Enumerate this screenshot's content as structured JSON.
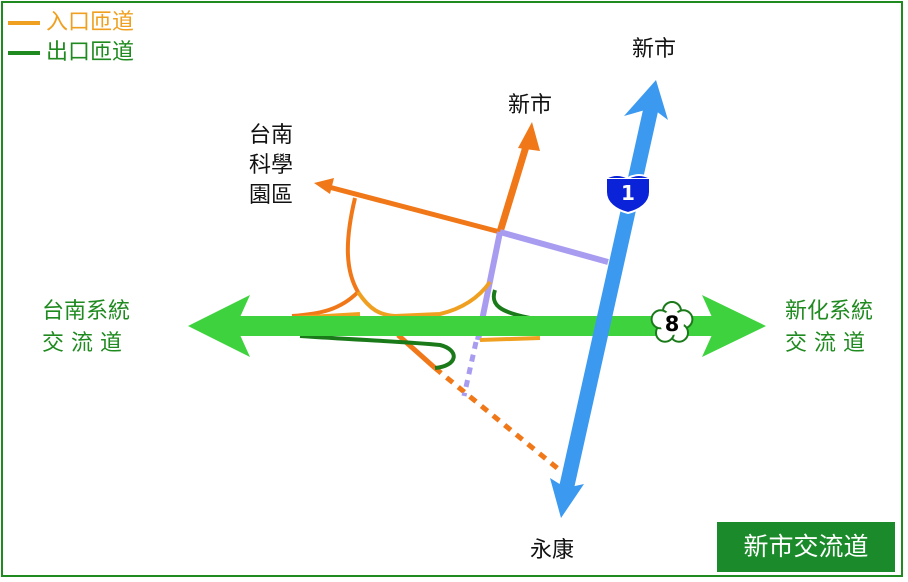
{
  "legend": {
    "entry_ramp": {
      "label": "入口匝道",
      "color": "#f0a020"
    },
    "exit_ramp": {
      "label": "出口匝道",
      "color": "#1f8a1f"
    }
  },
  "labels": {
    "xinshi_top": "新市",
    "xinshi_middle": "新市",
    "tainan_science_park_line1": "台南",
    "tainan_science_park_line2": "科學",
    "tainan_science_park_line3": "園區",
    "tainan_system_line1": "台南系統",
    "tainan_system_line2": "交 流 道",
    "xinhua_system_line1": "新化系統",
    "xinhua_system_line2": "交 流 道",
    "yongkang": "永康"
  },
  "shields": {
    "freeway_1": "1",
    "provincial_8": "8"
  },
  "title": "新市交流道",
  "colors": {
    "highway_8": "#3ed33e",
    "freeway_1": "#3b99f0",
    "orange_road": "#f07818",
    "lavender_road": "#a89cf0",
    "entry_ramp": "#f0a020",
    "exit_ramp": "#1a7a1a",
    "title_bg": "#1a8a2a",
    "frame": "#1f8a1f"
  }
}
